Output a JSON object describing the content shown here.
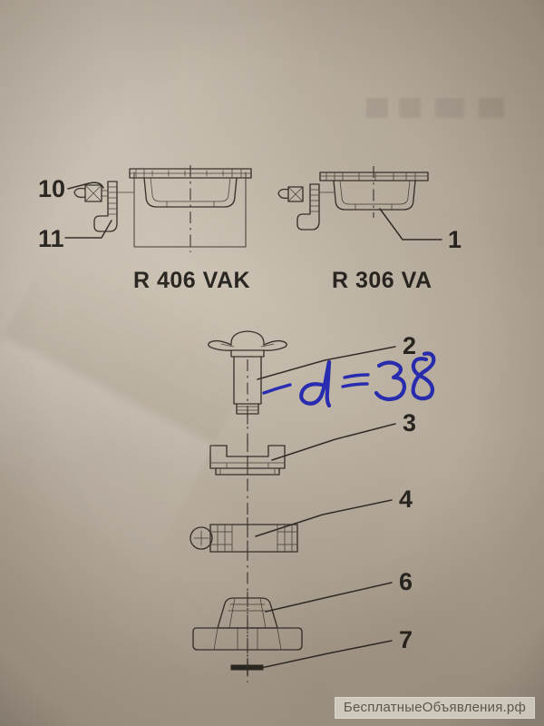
{
  "document": {
    "kind": "technical-exploded-parts-diagram",
    "media": "photographed printed page with handwritten annotation"
  },
  "assemblies": [
    {
      "id": "left",
      "model_label": "R 406 VAK",
      "callouts": [
        "10",
        "11"
      ]
    },
    {
      "id": "right",
      "model_label": "R 306 VA",
      "callouts": [
        "1"
      ]
    }
  ],
  "callouts": {
    "c1": "1",
    "c2": "2",
    "c3": "3",
    "c4": "4",
    "c6": "6",
    "c7": "7",
    "c10": "10",
    "c11": "11"
  },
  "parts_stack": [
    {
      "number": "2",
      "shape": "winged-head-shoulder-bolt"
    },
    {
      "number": "3",
      "shape": "saddle-clamp-bracket"
    },
    {
      "number": "4",
      "shape": "threaded-spindle-with-eye"
    },
    {
      "number": "6",
      "shape": "flanged-base-foot"
    },
    {
      "number": "7",
      "shape": "split-cotter-pin"
    }
  ],
  "handwriting": {
    "text": "d = 38",
    "color": "#2b2fbe",
    "tool": "blue ballpoint pen"
  },
  "watermark": {
    "text": "БесплатныеОбъявления.рф"
  },
  "colors": {
    "paper": "#cbc2b4",
    "ink_line": "#3b352e",
    "handwriting": "#2b2fbe",
    "watermark_text": "#5d564d"
  }
}
